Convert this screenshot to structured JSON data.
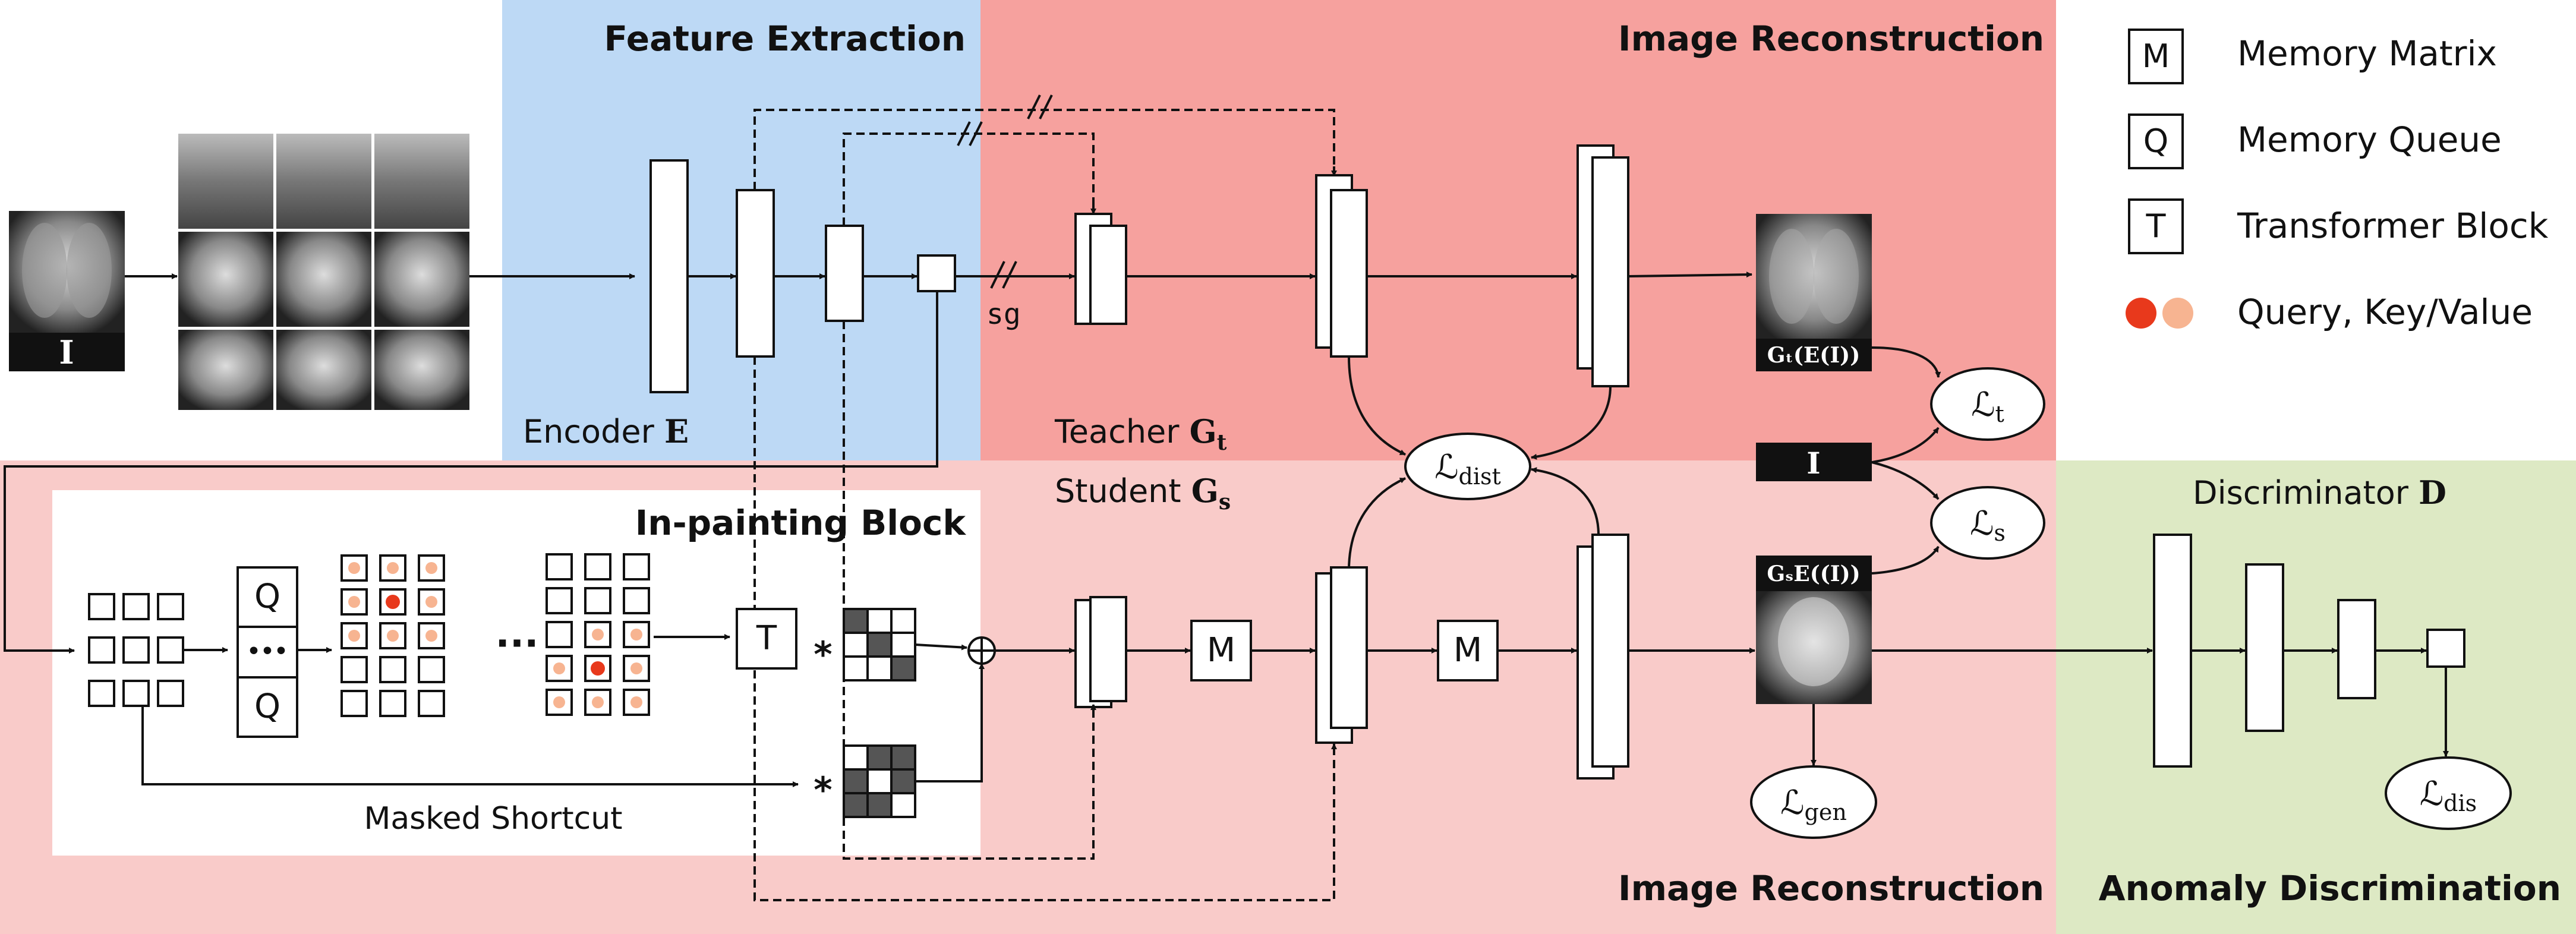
{
  "regions": {
    "feature_extraction": {
      "title": "Feature Extraction",
      "color": "#bdd9f5"
    },
    "image_reconstruction_top": {
      "title": "Image Reconstruction",
      "color": "#f6a19e"
    },
    "image_reconstruction_bottom": {
      "title": "Image Reconstruction",
      "color": "#f9cbc9"
    },
    "anomaly_discrimination": {
      "title": "Anomaly Discrimination",
      "color": "#dde9c4"
    },
    "inpainting": {
      "title": "In-painting Block",
      "color": "#ffffff"
    }
  },
  "labels": {
    "input_I": "I",
    "encoder": "Encoder ",
    "encoder_symbol": "E",
    "teacher": "Teacher ",
    "teacher_symbol": "G",
    "teacher_sub": "t",
    "student": "Student ",
    "student_symbol": "G",
    "student_sub": "s",
    "stop_grad": "sg",
    "discriminator": "Discriminator ",
    "discriminator_symbol": "D",
    "masked_shortcut": "Masked Shortcut",
    "teacher_output": "Gₜ(E(I))",
    "student_output": "GₛE((I))",
    "input_I_mid": "I",
    "ellipsis": "···",
    "plus": "⊕",
    "star": "*"
  },
  "blocks": {
    "queue_top": "Q",
    "queue_mid": "•••",
    "queue_bottom": "Q",
    "transformer": "T",
    "memory_1": "M",
    "memory_2": "M"
  },
  "losses": {
    "dist": {
      "symbol": "ℒ",
      "sub": "dist"
    },
    "t": {
      "symbol": "ℒ",
      "sub": "t"
    },
    "s": {
      "symbol": "ℒ",
      "sub": "s"
    },
    "gen": {
      "symbol": "ℒ",
      "sub": "gen"
    },
    "dis": {
      "symbol": "ℒ",
      "sub": "dis"
    }
  },
  "legend": [
    {
      "symbol": "M",
      "label": "Memory Matrix",
      "icon": "square-letter"
    },
    {
      "symbol": "Q",
      "label": "Memory Queue",
      "icon": "square-letter"
    },
    {
      "symbol": "T",
      "label": "Transformer Block",
      "icon": "square-letter"
    },
    {
      "symbol": "",
      "label": "Query, Key/Value",
      "icon": "dots",
      "colors": [
        "#e8391c",
        "#f7b491"
      ]
    }
  ],
  "colors": {
    "query": "#e8391c",
    "keyvalue": "#f7b491",
    "mask_dark": "#555555",
    "image_dark": "#111111"
  }
}
